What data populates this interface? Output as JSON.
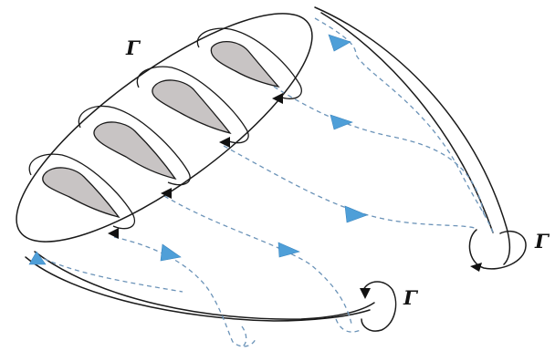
{
  "labels": {
    "gamma_top": "Γ",
    "gamma_right": "Γ",
    "gamma_bottom": "Γ"
  },
  "colors": {
    "airfoil_fill": "#c8c4c4",
    "flow_line": "#6b93b8",
    "flow_arrow": "#4f9fd8",
    "outline": "#1a1a1a"
  }
}
